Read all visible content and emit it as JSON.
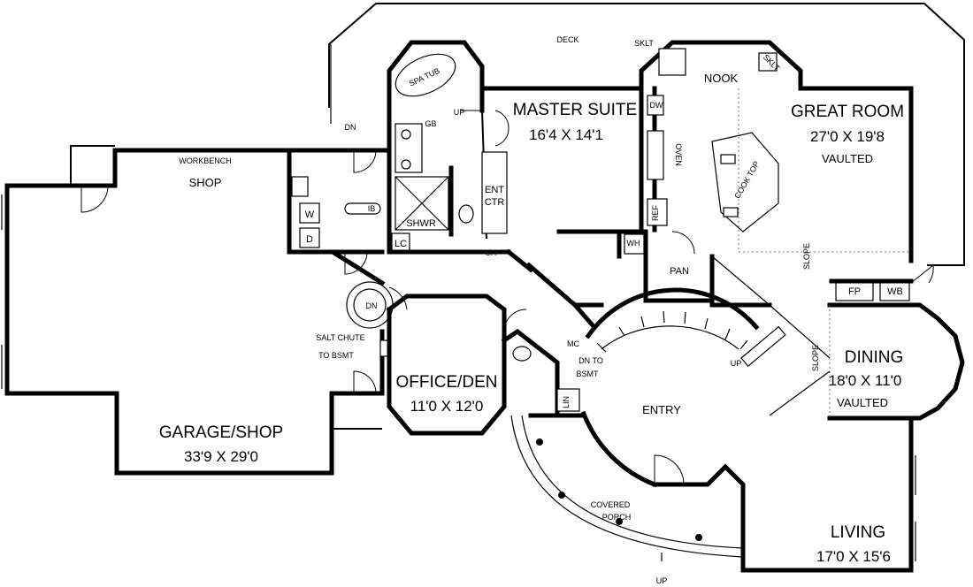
{
  "rooms": {
    "master_suite": {
      "name": "MASTER SUITE",
      "size": "16'4 X 14'1"
    },
    "great_room": {
      "name": "GREAT ROOM",
      "size": "27'0 X 19'8",
      "note": "VAULTED"
    },
    "garage": {
      "name": "GARAGE/SHOP",
      "size": "33'9 X 29'0"
    },
    "office": {
      "name": "OFFICE/DEN",
      "size": "11'0 X 12'0"
    },
    "dining": {
      "name": "DINING",
      "size": "18'0 X 11'0",
      "note": "VAULTED"
    },
    "living": {
      "name": "LIVING",
      "size": "17'0 X 15'6"
    },
    "entry": {
      "name": "ENTRY"
    },
    "nook": {
      "name": "NOOK"
    },
    "shop": {
      "name": "SHOP"
    }
  },
  "labels": {
    "deck": "DECK",
    "sklt_left": "SKLT",
    "sklt_right": "SKLT",
    "spa_tub": "SPA TUB",
    "gb": "GB",
    "up_bath": "UP",
    "dn_top": "DN",
    "workbench": "WORKBENCH",
    "w": "W",
    "d": "D",
    "ib": "IB",
    "shwr": "SHWR",
    "lc": "LC",
    "sh": "SH",
    "ent_ctr_1": "ENT",
    "ent_ctr_2": "CTR",
    "dw": "DW",
    "oven": "OVEN",
    "ref": "REF",
    "wh": "WH",
    "pan": "PAN",
    "slope_great": "SLOPE",
    "slope_dining": "SLOPE",
    "fp": "FP",
    "wb": "WB",
    "dn_stair": "DN",
    "salt_chute_1": "SALT CHUTE",
    "salt_chute_2": "TO BSMT",
    "mc": "MC",
    "dn_to_bsmt_1": "DN TO",
    "dn_to_bsmt_2": "BSMT",
    "up_stair": "UP",
    "lin": "LIN",
    "covered_porch_1": "COVERED",
    "covered_porch_2": "PORCH",
    "up_bottom": "UP",
    "cooktop": "COOK TOP"
  }
}
